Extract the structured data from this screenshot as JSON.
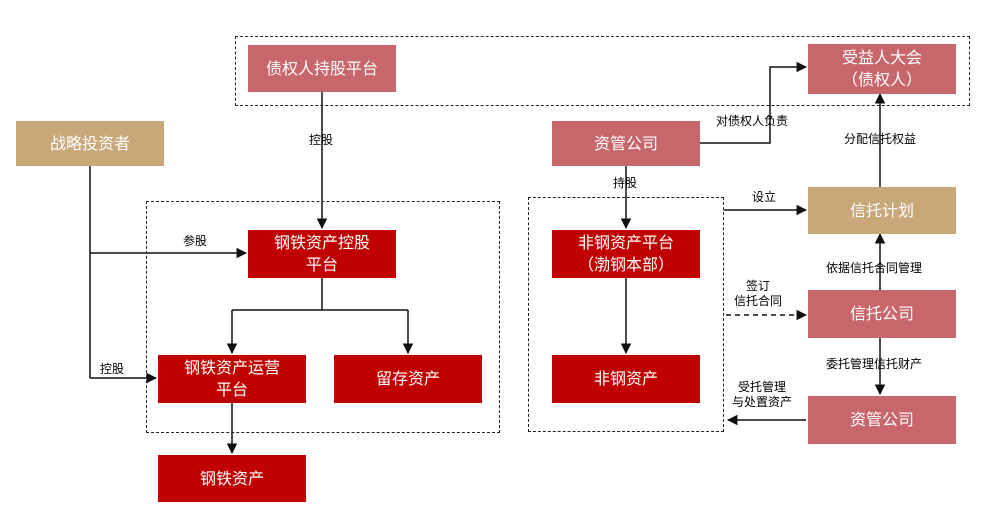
{
  "colors": {
    "dark_red": "#c00000",
    "pink": "#c8676b",
    "tan": "#c8a778",
    "line": "#111111"
  },
  "nodes": {
    "creditor_platform": "债权人持股平台",
    "beneficiary_assembly": "受益人大会\n（债权人）",
    "strategic_investor": "战略投资者",
    "asset_mgmt_top": "资管公司",
    "steel_holding_platform": "钢铁资产控股\n平台",
    "non_steel_platform": "非钢资产平台\n（渤钢本部）",
    "trust_plan": "信托计划",
    "steel_operation_platform": "钢铁资产运营\n平台",
    "retained_assets": "留存资产",
    "trust_company": "信托公司",
    "non_steel_assets": "非钢资产",
    "asset_mgmt_bottom": "资管公司",
    "steel_assets": "钢铁资产"
  },
  "edge_labels": {
    "control_1": "控股",
    "participate": "参股",
    "control_2": "控股",
    "hold": "持股",
    "responsible": "对债权人负责",
    "distribute": "分配信托权益",
    "establish": "设立",
    "by_contract": "依据信托合同管理",
    "sign_contract": "签订\n信托合同",
    "entrust": "委托管理信托财产",
    "entrusted_mgmt": "受托管理\n与处置资产"
  }
}
